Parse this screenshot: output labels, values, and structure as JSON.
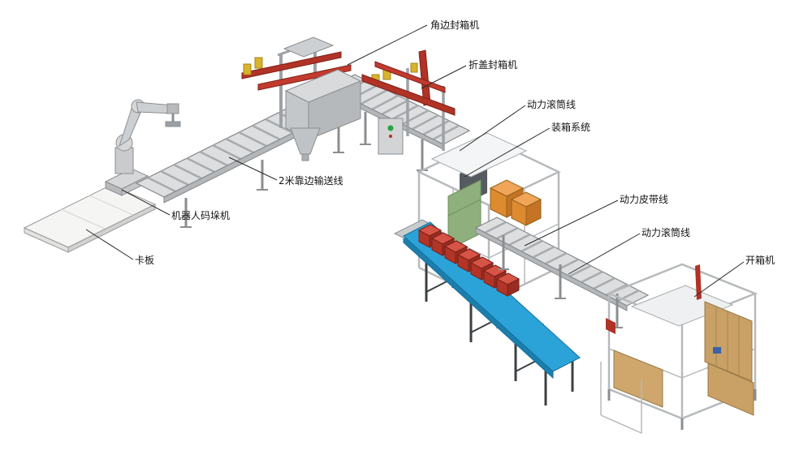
{
  "labels": {
    "corner_sealer": "角边封箱机",
    "flap_sealer": "折盖封箱机",
    "power_roller_line_top": "动力滚筒线",
    "packing_system": "装箱系统",
    "power_belt_line": "动力皮带线",
    "power_roller_line_right": "动力滚筒线",
    "box_opener": "开箱机",
    "edge_conveyor": "2米靠边输送线",
    "robot_palletizer": "机器人码垛机",
    "pallet": "卡板"
  },
  "colors": {
    "machine_red": "#b13226",
    "carton_orange": "#de8a2f",
    "belt_blue": "#2ba3d8",
    "cardboard_tan": "#c9a066",
    "metal_gray": "#c7c9cb",
    "chute_green": "#8fb07c",
    "leader_line": "#2a2a2a"
  }
}
